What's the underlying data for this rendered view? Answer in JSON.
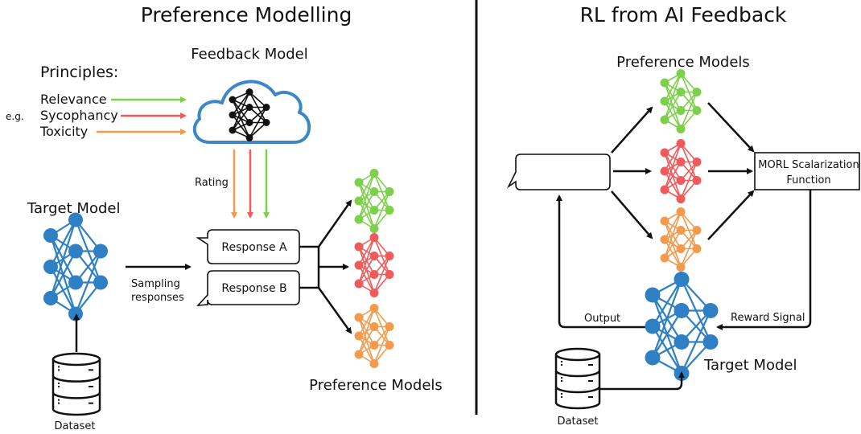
{
  "left_panel": {
    "title": "Preference Modelling",
    "feedback_model_label": "Feedback Model",
    "principles": {
      "heading": "Principles:",
      "prefix": "e.g.",
      "items": [
        {
          "label": "Relevance",
          "color": "#7dd04a"
        },
        {
          "label": "Sycophancy",
          "color": "#f05a5a"
        },
        {
          "label": "Toxicity",
          "color": "#f39a4c"
        }
      ]
    },
    "rating_label": "Rating",
    "target_model_label": "Target Model",
    "sampling_label_line1": "Sampling",
    "sampling_label_line2": "responses",
    "responses": [
      "Response A",
      "Response B"
    ],
    "preference_models_label": "Preference Models",
    "dataset_label": "Dataset"
  },
  "right_panel": {
    "title": "RL from AI Feedback",
    "preference_models_label": "Preference Models",
    "morl_label_line1": "MORL Scalarization",
    "morl_label_line2": "Function",
    "output_label": "Output",
    "reward_signal_label": "Reward Signal",
    "target_model_label": "Target Model",
    "dataset_label": "Dataset"
  },
  "colors": {
    "green": "#7dd04a",
    "red": "#f05a5a",
    "orange": "#f39a4c",
    "blue": "#2f7fc4",
    "cloud": "#3d87c6",
    "ink": "#111111"
  },
  "icons": [
    "cloud-icon",
    "neural-network-icon",
    "database-icon",
    "speech-bubble-icon"
  ]
}
